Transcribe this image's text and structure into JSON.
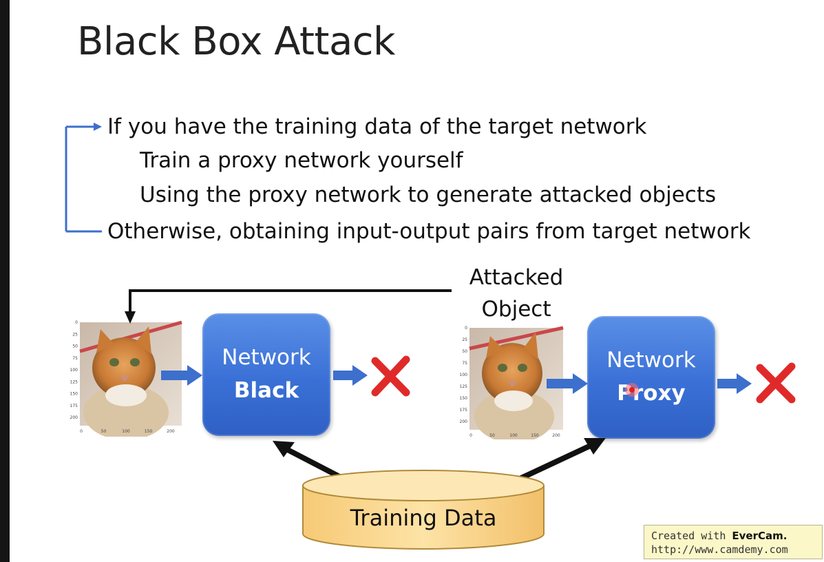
{
  "slide": {
    "title": "Black Box Attack",
    "bullets": [
      "If you have the training data of the target network",
      "Train a proxy network yourself",
      "Using the proxy network to generate attacked objects",
      "Otherwise, obtaining input-output pairs from target network"
    ]
  },
  "diagram": {
    "attacked_object_label_1": "Attacked",
    "attacked_object_label_2": "Object",
    "black_network": {
      "line1": "Network",
      "line2": "Black"
    },
    "proxy_network": {
      "line1": "Network",
      "line2": "Proxy"
    },
    "training_data_label": "Training Data",
    "left_plot": {
      "y_ticks": [
        "0",
        "25",
        "50",
        "75",
        "100",
        "125",
        "150",
        "175",
        "200"
      ],
      "x_ticks": [
        "0",
        "50",
        "100",
        "150",
        "200"
      ]
    },
    "right_plot": {
      "y_ticks": [
        "0",
        "25",
        "50",
        "75",
        "100",
        "125",
        "150",
        "175",
        "200"
      ],
      "x_ticks": [
        "0",
        "50",
        "100",
        "150",
        "200"
      ]
    },
    "colors": {
      "network_box": "#3a70d6",
      "arrow_blue": "#3d6fcc",
      "cross_red": "#e02a2a",
      "cylinder_fill": "#fbd98f",
      "cylinder_stroke": "#b08a3a"
    }
  },
  "watermark": {
    "prefix": "Created with ",
    "brand": "EverCam.",
    "url": "http://www.camdemy.com"
  }
}
